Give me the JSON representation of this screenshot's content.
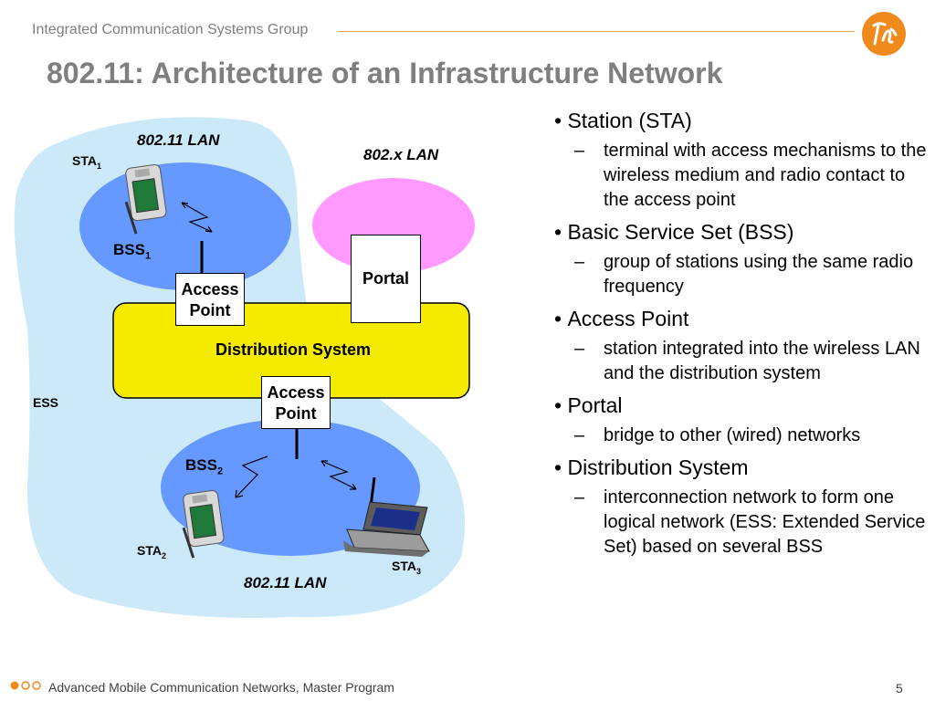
{
  "header": {
    "group_name": "Integrated Communication Systems Group"
  },
  "slide": {
    "title": "802.11: Architecture of an Infrastructure Network",
    "page_number": "5"
  },
  "diagram": {
    "lan_top": "802.11 LAN",
    "lan_bottom": "802.11 LAN",
    "lan_wired": "802.x LAN",
    "sta1": "STA",
    "sta1_sub": "1",
    "sta2": "STA",
    "sta2_sub": "2",
    "sta3": "STA",
    "sta3_sub": "3",
    "bss1": "BSS",
    "bss1_sub": "1",
    "bss2": "BSS",
    "bss2_sub": "2",
    "ess": "ESS",
    "portal": "Portal",
    "access_point_line1": "Access",
    "access_point_line2": "Point",
    "distribution_system": "Distribution System",
    "colors": {
      "ess_area": "#cce9f9",
      "bss_area": "#6699ff",
      "wired_lan": "#ff99ff",
      "distribution_system": "#f5eb00"
    }
  },
  "bullets": [
    {
      "title": "Station (STA)",
      "subs": [
        "terminal with access mechanisms to the wireless medium and radio contact to the access point"
      ]
    },
    {
      "title": "Basic Service Set (BSS)",
      "subs": [
        "group of stations using the same radio frequency"
      ]
    },
    {
      "title": "Access Point",
      "subs": [
        "station integrated into the wireless LAN and the distribution system"
      ]
    },
    {
      "title": "Portal",
      "subs": [
        "bridge to other (wired) networks"
      ]
    },
    {
      "title": "Distribution System",
      "subs": [
        "interconnection network to form one logical network (ESS: Extended Service Set) based on several BSS"
      ]
    }
  ],
  "footer": {
    "program": "Advanced Mobile Communication Networks, Master Program"
  }
}
